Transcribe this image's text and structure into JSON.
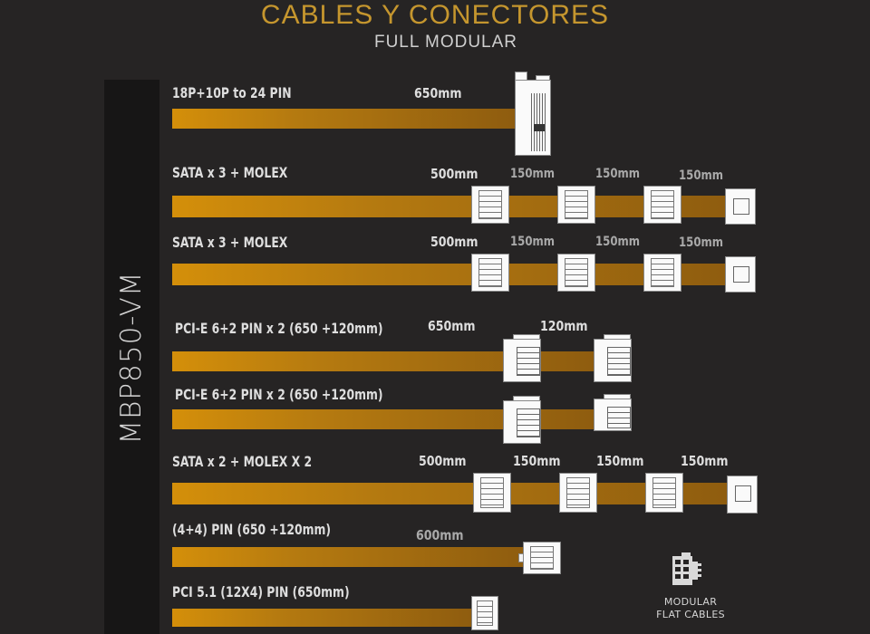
{
  "header": {
    "title": "CABLES Y CONECTORES",
    "subtitle": "FULL MODULAR"
  },
  "sidebar": {
    "model": "MBP850-VM"
  },
  "cables": [
    {
      "name": "18P+10P to 24 PIN",
      "lengths": [
        "650mm"
      ]
    },
    {
      "name": "SATA x 3 + MOLEX",
      "lengths": [
        "500mm",
        "150mm",
        "150mm",
        "150mm"
      ]
    },
    {
      "name": "SATA x 3 + MOLEX",
      "lengths": [
        "500mm",
        "150mm",
        "150mm",
        "150mm"
      ]
    },
    {
      "name": "PCI-E 6+2 PIN x 2 (650 +120mm)",
      "lengths": [
        "650mm",
        "120mm"
      ]
    },
    {
      "name": "PCI-E 6+2 PIN x 2 (650 +120mm)",
      "lengths": []
    },
    {
      "name": "SATA x 2 + MOLEX X 2",
      "lengths": [
        "500mm",
        "150mm",
        "150mm",
        "150mm"
      ]
    },
    {
      "name": "(4+4) PIN (650 +120mm)",
      "lengths": [
        "600mm"
      ]
    },
    {
      "name": "PCI 5.1 (12X4) PIN   (650mm)",
      "lengths": []
    }
  ],
  "badge": {
    "icon": "modular-connector-icon",
    "line1": "MODULAR",
    "line2": "FLAT CABLES"
  },
  "colors": {
    "accent": "#c5962e",
    "cable": "#d48f0a",
    "background": "#262424"
  }
}
